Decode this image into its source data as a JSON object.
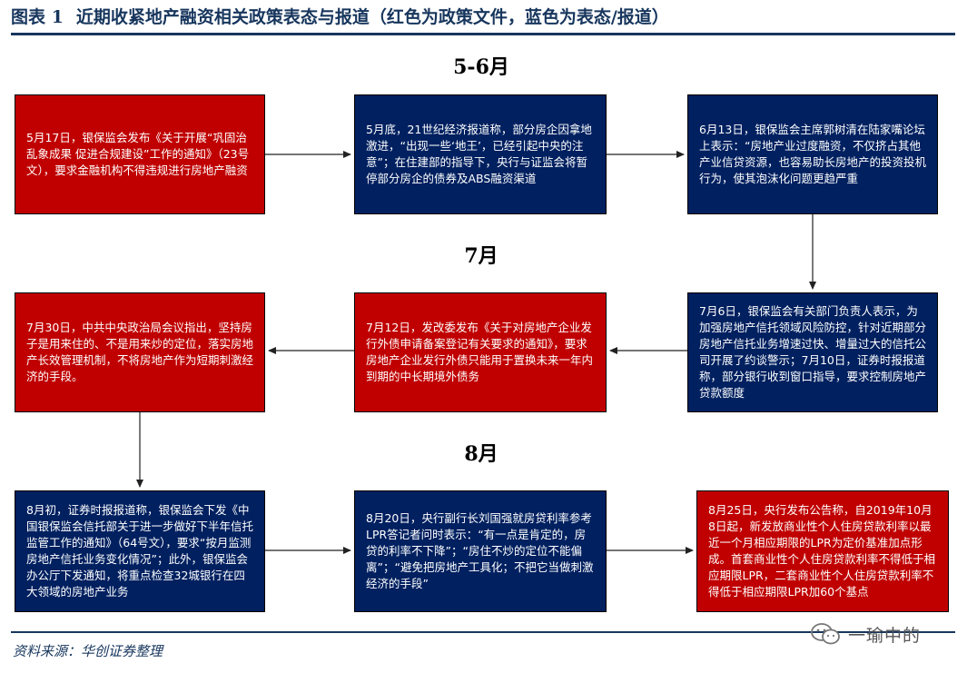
{
  "header": {
    "figure_number": "图表 1",
    "title": "近期收紧地产融资相关政策表态与报道（红色为政策文件，蓝色为表态/报道）"
  },
  "sections": {
    "may_june": "5-6月",
    "july": "7月",
    "august": "8月"
  },
  "colors": {
    "policy_document": "#c00000",
    "statement_report": "#002060",
    "title": "#17365d"
  },
  "boxes": [
    {
      "id": "may17",
      "type": "policy",
      "text": "5月17日，银保监会发布《关于开展“巩固治乱象成果 促进合规建设”工作的通知》（23号文），要求金融机构不得违规进行房地产融资"
    },
    {
      "id": "may_end",
      "type": "report",
      "text": "5月底，21世纪经济报道称，部分房企因拿地激进，“出现一些‘地王’，已经引起中央的注意”；在住建部的指导下，央行与证监会将暂停部分房企的债券及ABS融资渠道"
    },
    {
      "id": "jun13",
      "type": "report",
      "text": "6月13日，银保监会主席郭树清在陆家嘴论坛上表示：“房地产业过度融资，不仅挤占其他产业信贷资源，也容易助长房地产的投资投机行为，使其泡沫化问题更趋严重"
    },
    {
      "id": "jul6",
      "type": "report",
      "text": "7月6日，银保监会有关部门负责人表示，为加强房地产信托领域风险防控，针对近期部分房地产信托业务增速过快、增量过大的信托公司开展了约谈警示；7月10日，证券时报报道称，部分银行收到窗口指导，要求控制房地产贷款额度"
    },
    {
      "id": "jul12",
      "type": "policy",
      "text": "7月12日，发改委发布《关于对房地产企业发行外债申请备案登记有关要求的通知》，要求房地产企业发行外债只能用于置换未来一年内到期的中长期境外债务"
    },
    {
      "id": "jul30",
      "type": "policy",
      "text": "7月30日，中共中央政治局会议指出，坚持房子是用来住的、不是用来炒的定位，落实房地产长效管理机制，不将房地产作为短期刺激经济的手段。"
    },
    {
      "id": "aug_early",
      "type": "report",
      "text": "8月初，证券时报报道称，银保监会下发《中国银保监会信托部关于进一步做好下半年信托监管工作的通知》（64号文），要求“按月监测房地产信托业务变化情况”；此外，银保监会办公厅下发通知，将重点检查32城银行在四大领域的房地产业务"
    },
    {
      "id": "aug20",
      "type": "report",
      "text": "8月20日，央行副行长刘国强就房贷利率参考LPR答记者问时表示：“有一点是肯定的，房贷的利率不下降”；“房住不炒的定位不能偏离”；“避免把房地产工具化；不把它当做刺激经济的手段”"
    },
    {
      "id": "aug25",
      "type": "policy",
      "text": "8月25日，央行发布公告称，自2019年10月8日起，新发放商业性个人住房贷款利率以最近一个月相应期限的LPR为定价基准加点形成。首套商业性个人住房贷款利率不得低于相应期限LPR，二套商业性个人住房贷款利率不得低于相应期限LPR加60个基点"
    }
  ],
  "footer": {
    "source": "资料来源：华创证券整理",
    "watermark": "一瑜中的"
  }
}
